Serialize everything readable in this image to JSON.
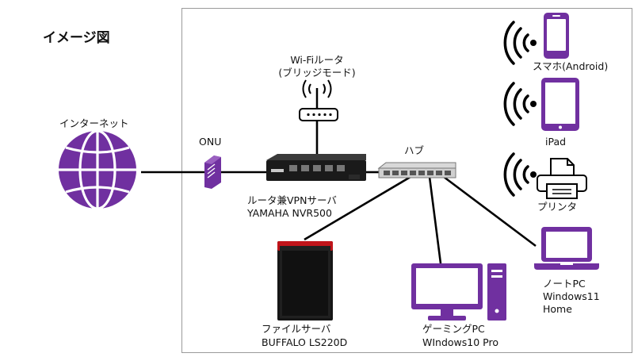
{
  "title": "イメージ図",
  "colors": {
    "device": "#7030a0",
    "line": "#000000",
    "frame": "#9a9a9a"
  },
  "labels": {
    "internet": "インターネット",
    "onu": "ONU",
    "wifi": "Wi-Fiルータ",
    "wifi_mode": "(ブリッジモード)",
    "router": "ルータ兼VPNサーバ",
    "router_model": "YAMAHA NVR500",
    "hub": "ハブ",
    "smartphone": "スマホ(Android)",
    "ipad": "iPad",
    "printer": "プリンタ",
    "laptop": "ノートPC",
    "laptop_os": "Windows11",
    "laptop_edition": "Home",
    "fileserver": "ファイルサーバ",
    "fileserver_model": "BUFFALO LS220D",
    "gaming": "ゲーミングPC",
    "gaming_os": "WIndows10 Pro"
  },
  "icons": [
    "globe-icon",
    "onu-icon",
    "wifi-router-icon",
    "router-icon",
    "hub-icon",
    "smartphone-icon",
    "tablet-icon",
    "printer-icon",
    "laptop-icon",
    "nas-icon",
    "desktop-pc-icon",
    "wifi-signal-icon"
  ]
}
